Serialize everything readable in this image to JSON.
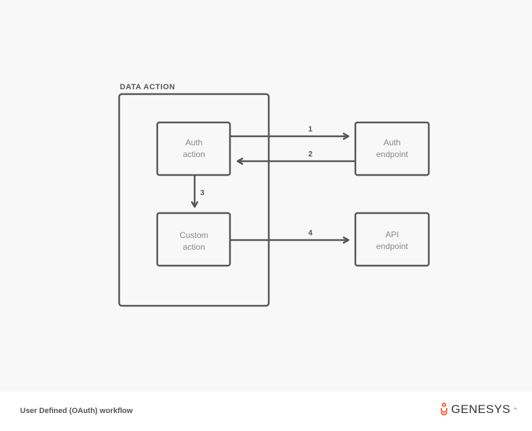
{
  "diagram": {
    "container_label": "DATA ACTION",
    "nodes": {
      "auth_action": [
        "Auth",
        "action"
      ],
      "custom_action": [
        "Custom",
        "action"
      ],
      "auth_endpoint": [
        "Auth",
        "endpoint"
      ],
      "api_endpoint": [
        "API",
        "endpoint"
      ]
    },
    "edges": {
      "e1": "1",
      "e2": "2",
      "e3": "3",
      "e4": "4"
    },
    "colors": {
      "stroke": "#555555",
      "node_fill": "#f8f8f8",
      "node_text": "#888888",
      "edge_label": "#555555",
      "logo_accent": "#ff4f1f"
    }
  },
  "footer": {
    "caption": "User Defined (OAuth) workflow",
    "logo_text": "GENESYS",
    "logo_tm": "™"
  }
}
